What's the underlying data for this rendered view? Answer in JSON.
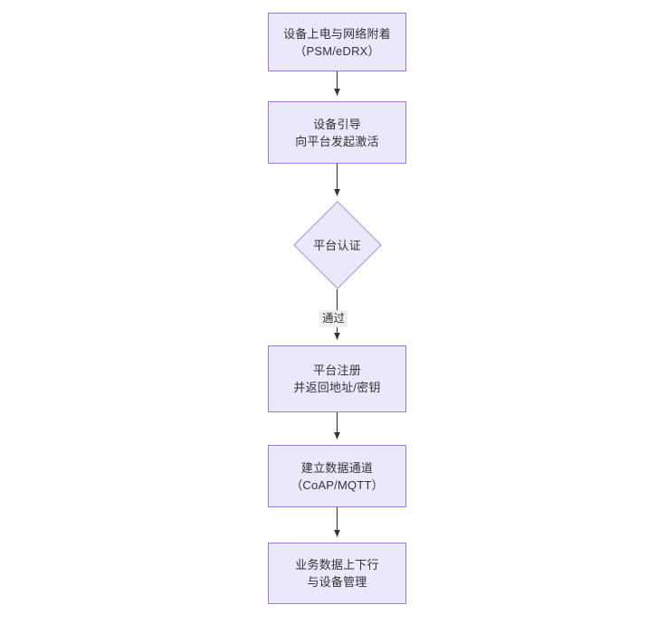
{
  "diagram": {
    "type": "flowchart",
    "orientation": "top-to-bottom",
    "background_color": "#ffffff",
    "node_fill_color": "#ebe8fb",
    "node_border_color": "#9f7ad4",
    "text_color": "#333333",
    "connector_color": "#333333",
    "nodes": [
      {
        "id": "n1",
        "shape": "rectangle",
        "line1": "设备上电与网络附着",
        "line2": "（PSM/eDRX）"
      },
      {
        "id": "n2",
        "shape": "rectangle",
        "line1": "设备引导",
        "line2": "向平台发起激活"
      },
      {
        "id": "n3",
        "shape": "diamond",
        "line1": "平台认证",
        "line2": ""
      },
      {
        "id": "n4",
        "shape": "rectangle",
        "line1": "平台注册",
        "line2": "并返回地址/密钥"
      },
      {
        "id": "n5",
        "shape": "rectangle",
        "line1": "建立数据通道",
        "line2": "（CoAP/MQTT）"
      },
      {
        "id": "n6",
        "shape": "rectangle",
        "line1": "业务数据上下行",
        "line2": "与设备管理"
      }
    ],
    "edges": [
      {
        "id": "e1",
        "from": "n1",
        "to": "n2",
        "label": ""
      },
      {
        "id": "e2",
        "from": "n2",
        "to": "n3",
        "label": ""
      },
      {
        "id": "e3",
        "from": "n3",
        "to": "n4",
        "label": "通过"
      },
      {
        "id": "e4",
        "from": "n4",
        "to": "n5",
        "label": ""
      },
      {
        "id": "e5",
        "from": "n5",
        "to": "n6",
        "label": ""
      }
    ]
  }
}
